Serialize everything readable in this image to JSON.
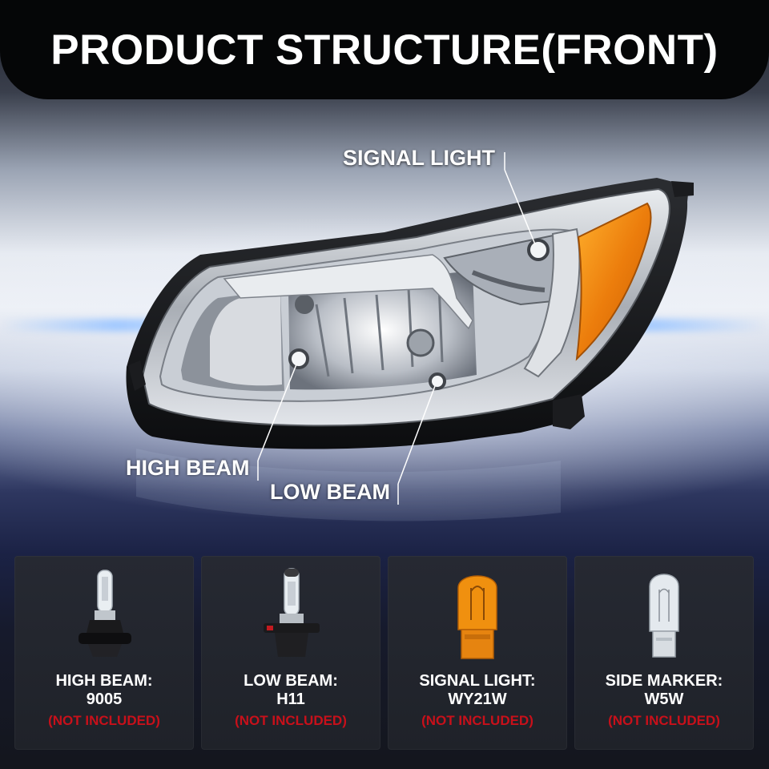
{
  "header": {
    "title": "PRODUCT STRUCTURE(FRONT)"
  },
  "callouts": {
    "signal_light": "SIGNAL LIGHT",
    "high_beam": "HIGH BEAM",
    "low_beam": "LOW BEAM"
  },
  "bulbs": [
    {
      "name": "HIGH BEAM:",
      "code": "9005",
      "note": "(NOT INCLUDED)",
      "icon": "halogen-bulb-9005-icon"
    },
    {
      "name": "LOW BEAM:",
      "code": "H11",
      "note": "(NOT INCLUDED)",
      "icon": "halogen-bulb-h11-icon"
    },
    {
      "name": "SIGNAL LIGHT:",
      "code": "WY21W",
      "note": "(NOT INCLUDED)",
      "icon": "amber-wedge-bulb-icon"
    },
    {
      "name": "SIDE MARKER:",
      "code": "W5W",
      "note": "(NOT INCLUDED)",
      "icon": "clear-wedge-bulb-icon"
    }
  ],
  "colors": {
    "title_bar": "#050607",
    "card_background": "#23262e",
    "not_included_text": "#c8101a",
    "amber_lens": "#f08a12"
  }
}
